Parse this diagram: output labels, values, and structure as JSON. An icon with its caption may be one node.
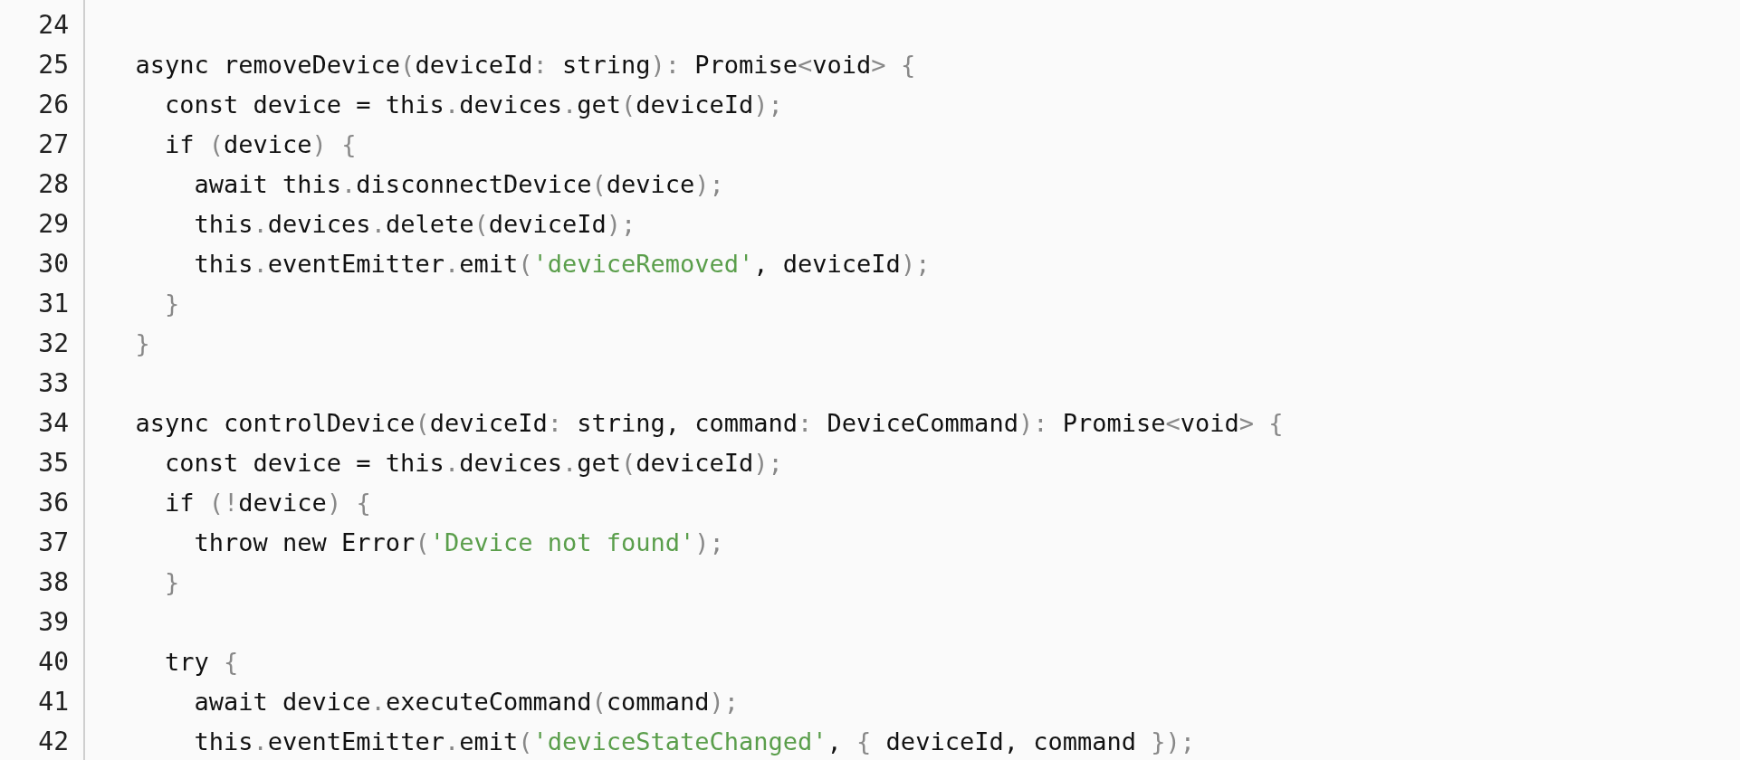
{
  "diagram": {
    "labels": [
      "24",
      "25",
      "  async removeDevice(deviceId: string): Promise<void> {",
      "26",
      "    const device = this.devices.get(deviceId);",
      "27",
      "    if (device) {",
      "28",
      "      await this.disconnectDevice(device);",
      "29",
      "      this.devices.delete(deviceId);",
      "30",
      "      this.eventEmitter.emit('deviceRemoved', deviceId);",
      "31",
      "    }",
      "32",
      "  }",
      "33",
      "34",
      "  async controlDevice(deviceId: string, command: DeviceCommand): Promise<void> {",
      "35",
      "    const device = this.devices.get(deviceId);",
      "36",
      "    if (!device) {",
      "37",
      "      throw new Error('Device not found');",
      "38",
      "    }",
      "39",
      "40",
      "    try {",
      "41",
      "      await device.executeCommand(command);",
      "42",
      "      this.eventEmitter.emit('deviceStateChanged', { deviceId, command });"
    ]
  }
}
